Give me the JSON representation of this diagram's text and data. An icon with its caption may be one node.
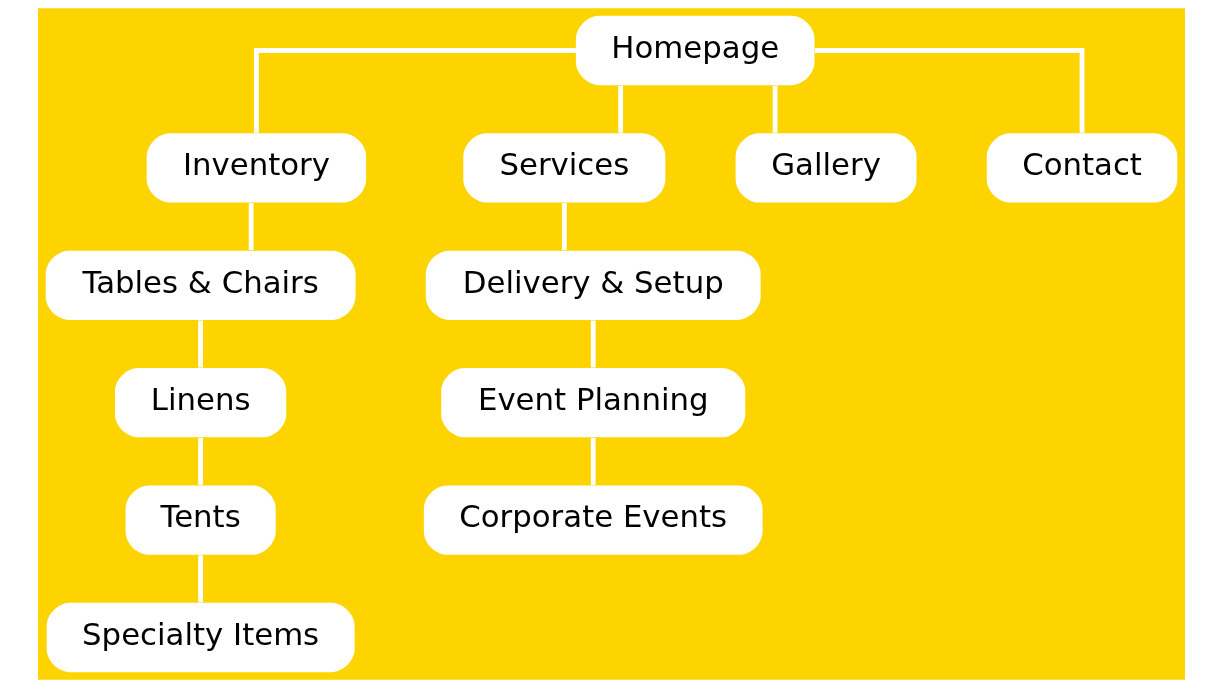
{
  "diagram": {
    "nodes": [
      {
        "text": [
          "Homepage"
        ]
      },
      {
        "text": [
          "Inventory"
        ]
      },
      {
        "text": [
          "Services"
        ]
      },
      {
        "text": [
          "Gallery"
        ]
      },
      {
        "text": [
          "Contact"
        ]
      },
      {
        "text": [
          "Tables & Chairs"
        ]
      },
      {
        "text": [
          "Delivery & Setup"
        ]
      },
      {
        "text": [
          "Linens"
        ]
      },
      {
        "text": [
          "Event Planning"
        ]
      },
      {
        "text": [
          "Tents"
        ]
      },
      {
        "text": [
          "Corporate Events"
        ]
      },
      {
        "text": [
          "Specialty Items"
        ]
      }
    ],
    "edges": [
      {
        "from": 0,
        "to": 1,
        "arrow": "none"
      },
      {
        "from": 0,
        "to": 2,
        "arrow": "none"
      },
      {
        "from": 0,
        "to": 3,
        "arrow": "none"
      },
      {
        "from": 0,
        "to": 4,
        "arrow": "none"
      },
      {
        "from": 1,
        "to": 5,
        "arrow": "none"
      },
      {
        "from": 5,
        "to": 7,
        "arrow": "none"
      },
      {
        "from": 7,
        "to": 9,
        "arrow": "none"
      },
      {
        "from": 9,
        "to": 11,
        "arrow": "none"
      },
      {
        "from": 2,
        "to": 6,
        "arrow": "none"
      },
      {
        "from": 6,
        "to": 8,
        "arrow": "none"
      },
      {
        "from": 8,
        "to": 10,
        "arrow": "none"
      }
    ]
  }
}
